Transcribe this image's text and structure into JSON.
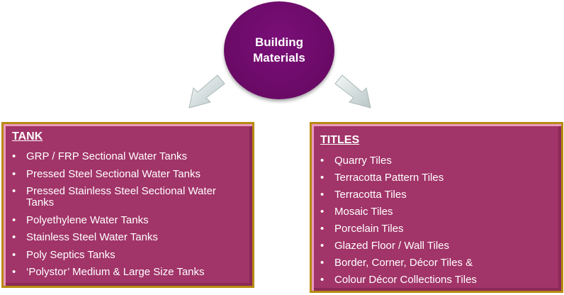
{
  "hub": {
    "line1": "Building",
    "line2": "Materials"
  },
  "colors": {
    "hub": "#6e0b6a",
    "box": "#a13468",
    "border": "#b88a10"
  },
  "left": {
    "title": "TANK",
    "items": [
      "GRP / FRP Sectional Water Tanks",
      "Pressed Steel Sectional Water Tanks",
      "Pressed Stainless Steel Sectional Water Tanks",
      "Polyethylene Water Tanks",
      "Stainless Steel Water Tanks",
      "Poly Septics Tanks",
      "‘Polystor’ Medium & Large Size Tanks"
    ]
  },
  "right": {
    "title": "TITLES",
    "items": [
      "Quarry Tiles",
      "Terracotta Pattern Tiles",
      "Terracotta Tiles",
      "Mosaic Tiles",
      "Porcelain Tiles",
      "Glazed Floor / Wall Tiles",
      "Border, Corner, Décor Tiles &",
      "Colour Décor Collections Tiles"
    ]
  }
}
